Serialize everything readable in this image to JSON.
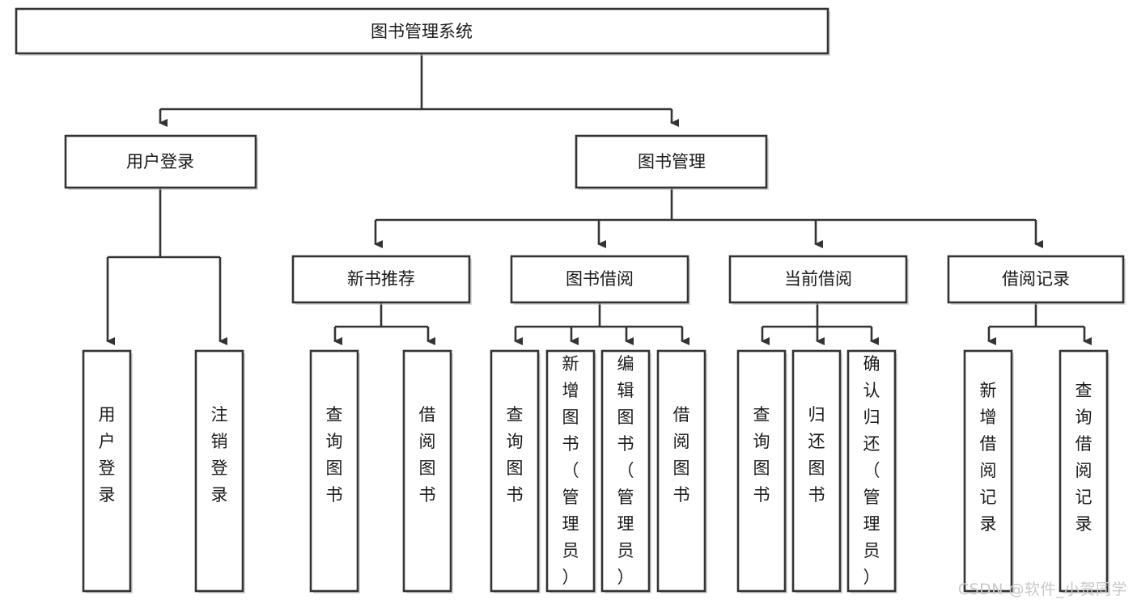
{
  "diagram": {
    "title": "图书管理系统",
    "type": "tree-hierarchy",
    "watermark": "CSDN @软件_小贺同学",
    "colors": {
      "stroke": "#333333",
      "fill": "#ffffff",
      "text": "#1a1a1a",
      "watermark": "#c9c9c9"
    },
    "root": {
      "label": "图书管理系统"
    },
    "level2": [
      {
        "label": "用户登录"
      },
      {
        "label": "图书管理"
      }
    ],
    "level3": [
      {
        "label": "新书推荐"
      },
      {
        "label": "图书借阅"
      },
      {
        "label": "当前借阅"
      },
      {
        "label": "借阅记录"
      }
    ],
    "leaves": {
      "user_login": [
        {
          "label": "用户登录"
        },
        {
          "label": "注销登录"
        }
      ],
      "new_book": [
        {
          "label": "查询图书"
        },
        {
          "label": "借阅图书"
        }
      ],
      "book_borrow": [
        {
          "label": "查询图书"
        },
        {
          "label": "新增图书（管理员）"
        },
        {
          "label": "编辑图书（管理员）"
        },
        {
          "label": "借阅图书"
        }
      ],
      "current_borrow": [
        {
          "label": "查询图书"
        },
        {
          "label": "归还图书"
        },
        {
          "label": "确认归还（管理员）"
        }
      ],
      "borrow_record": [
        {
          "label": "新增借阅记录"
        },
        {
          "label": "查询借阅记录"
        }
      ]
    }
  }
}
